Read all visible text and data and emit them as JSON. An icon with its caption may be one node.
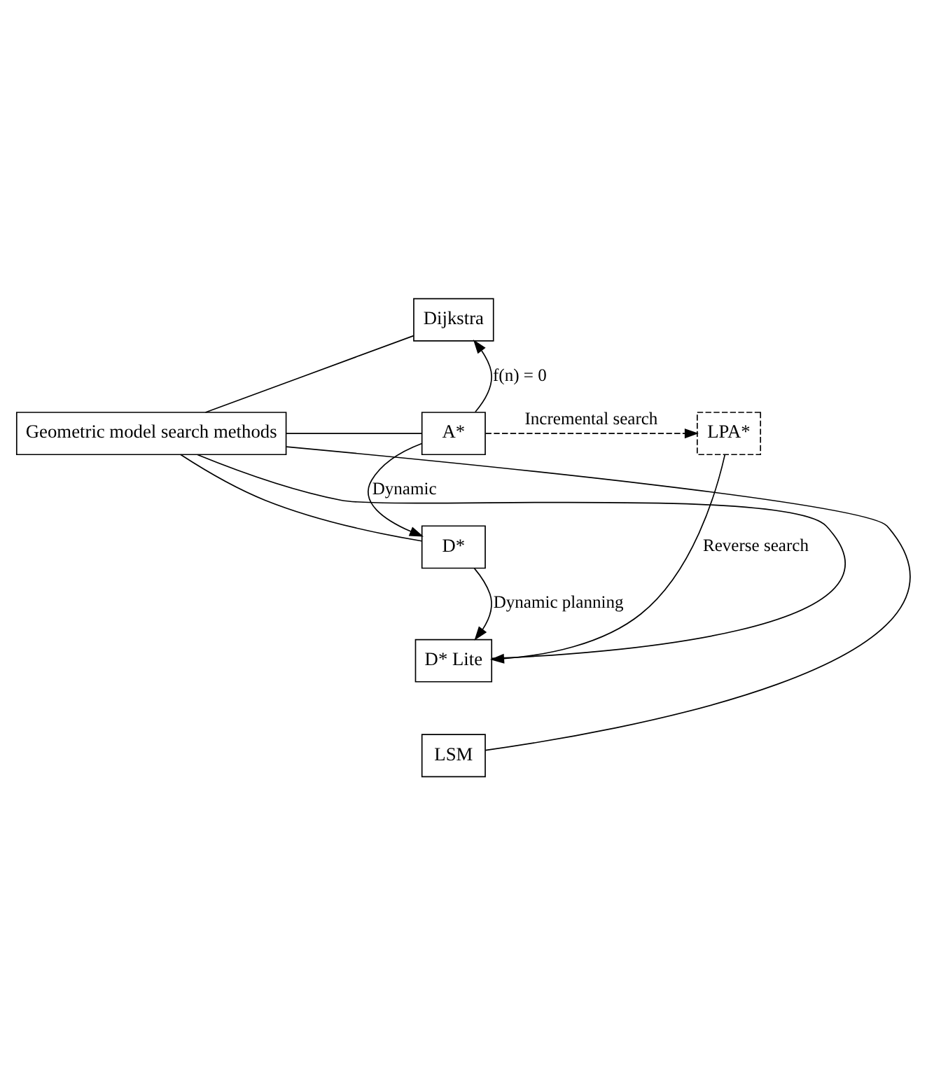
{
  "diagram": {
    "nodes": [
      {
        "text": [
          "Geometric model search methods"
        ]
      },
      {
        "text": [
          "Dijkstra"
        ]
      },
      {
        "text": [
          "A*"
        ]
      },
      {
        "text": [
          "LPA*"
        ]
      },
      {
        "text": [
          "D*"
        ]
      },
      {
        "text": [
          "D* Lite"
        ]
      },
      {
        "text": [
          "LSM"
        ]
      }
    ],
    "edges": [
      {
        "from": 0,
        "to": 1,
        "arrow": "none"
      },
      {
        "from": 0,
        "to": 2,
        "arrow": "none"
      },
      {
        "from": 0,
        "to": 4,
        "arrow": "none"
      },
      {
        "from": 0,
        "to": 5,
        "arrow": "none"
      },
      {
        "from": 0,
        "to": 6,
        "arrow": "none"
      },
      {
        "from": 2,
        "to": 1,
        "arrow": "to",
        "label": "f(n) = 0"
      },
      {
        "from": 2,
        "to": 3,
        "arrow": "to",
        "label": "Incremental search",
        "style": "dashed"
      },
      {
        "from": 2,
        "to": 4,
        "arrow": "to",
        "label": "Dynamic"
      },
      {
        "from": 4,
        "to": 5,
        "arrow": "to",
        "label": "Dynamic planning"
      },
      {
        "from": 3,
        "to": 5,
        "arrow": "to",
        "label": "Reverse search"
      }
    ]
  }
}
